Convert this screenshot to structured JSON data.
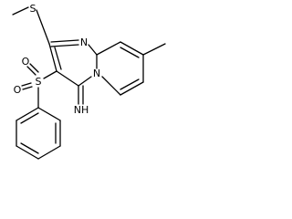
{
  "structure": {
    "atoms": {
      "s_thioether": "S",
      "n_pyrimidine": "N",
      "n_bridgehead": "N",
      "s_sulfonyl": "S",
      "o_sulfonyl_top": "O",
      "o_sulfonyl_bottom": "O",
      "imine": "NH"
    }
  }
}
